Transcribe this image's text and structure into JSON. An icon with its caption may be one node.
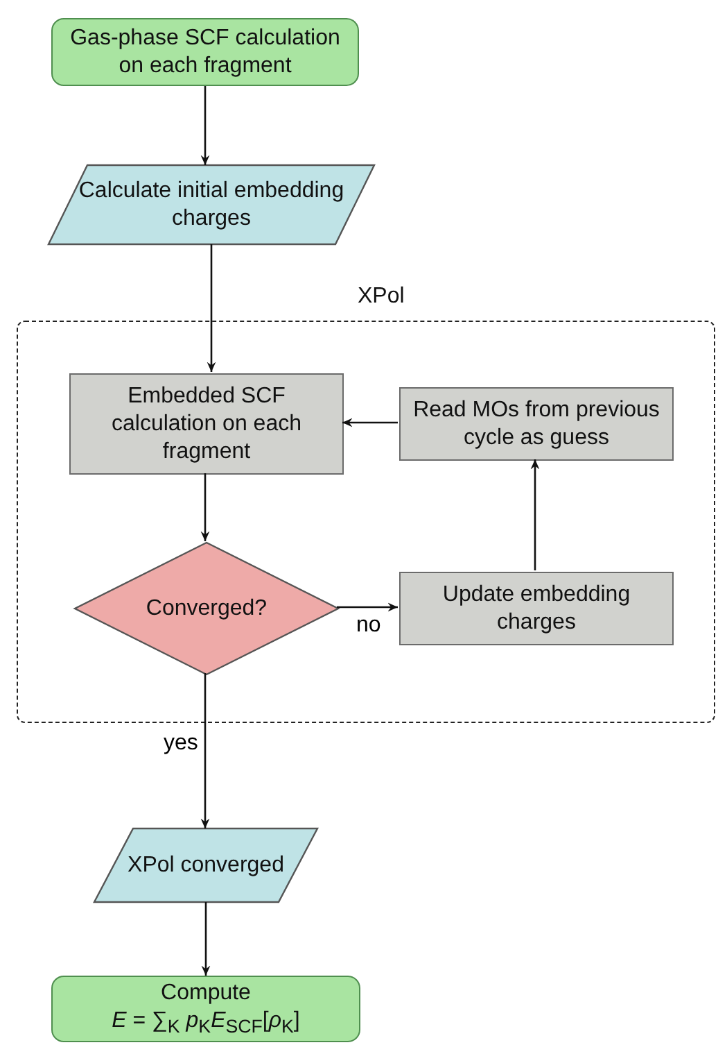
{
  "diagram": {
    "nodes": [
      {
        "text": [
          "Gas-phase SCF calculation on each fragment"
        ]
      },
      {
        "text": [
          "Calculate initial embedding charges"
        ]
      },
      {
        "text": [
          "XPol"
        ]
      },
      {
        "text": [
          "Embedded SCF calculation on each fragment"
        ],
        "in": 2
      },
      {
        "text": [
          "Read MOs from previous cycle as guess"
        ],
        "in": 2
      },
      {
        "text": [
          "Converged?"
        ],
        "in": 2
      },
      {
        "text": [
          "Update embedding charges"
        ],
        "in": 2
      },
      {
        "text": [
          "XPol converged"
        ]
      },
      {
        "text": [
          "Compute",
          "*E* = ∑$_{K}$ *p*$_{K}$*E*$_{SCF}$[*ρ*$_{K}$]"
        ]
      }
    ],
    "edges": [
      {
        "from": 0,
        "to": 1,
        "arrow": "to"
      },
      {
        "from": 1,
        "to": 3,
        "arrow": "to"
      },
      {
        "from": 3,
        "to": 5,
        "arrow": "to"
      },
      {
        "from": 5,
        "to": 6,
        "arrow": "to",
        "label": "no"
      },
      {
        "from": 6,
        "to": 4,
        "arrow": "to"
      },
      {
        "from": 4,
        "to": 3,
        "arrow": "to"
      },
      {
        "from": 5,
        "to": 7,
        "arrow": "to",
        "label": "yes"
      },
      {
        "from": 7,
        "to": 8,
        "arrow": "to"
      }
    ]
  }
}
